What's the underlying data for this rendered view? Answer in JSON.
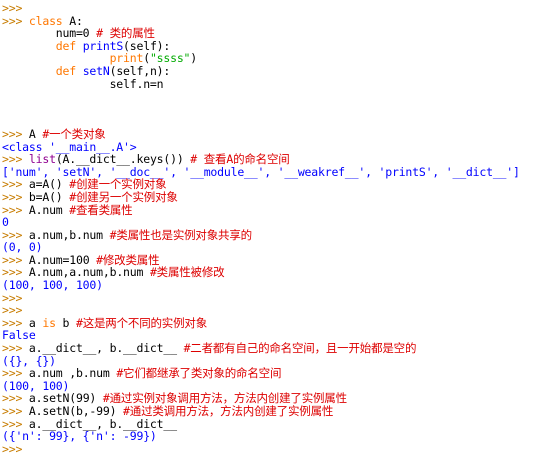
{
  "console": {
    "prompt": ">>>",
    "lines": [
      {
        "kind": "prompt_only"
      },
      {
        "kind": "code",
        "parts": [
          {
            "t": "kw",
            "v": "class"
          },
          {
            "t": "plain",
            "v": " A:"
          }
        ]
      },
      {
        "kind": "cont",
        "parts": [
          {
            "t": "plain",
            "v": "        num=0 "
          },
          {
            "t": "cmt",
            "v": "# 类的属性"
          }
        ]
      },
      {
        "kind": "cont",
        "parts": [
          {
            "t": "plain",
            "v": "        "
          },
          {
            "t": "kw",
            "v": "def"
          },
          {
            "t": "plain",
            "v": " "
          },
          {
            "t": "def",
            "v": "printS"
          },
          {
            "t": "plain",
            "v": "(self):"
          }
        ]
      },
      {
        "kind": "cont",
        "parts": [
          {
            "t": "plain",
            "v": "                "
          },
          {
            "t": "kw",
            "v": "print"
          },
          {
            "t": "plain",
            "v": "("
          },
          {
            "t": "str",
            "v": "\"ssss\""
          },
          {
            "t": "plain",
            "v": ")"
          }
        ]
      },
      {
        "kind": "cont",
        "parts": [
          {
            "t": "plain",
            "v": "        "
          },
          {
            "t": "kw",
            "v": "def"
          },
          {
            "t": "plain",
            "v": " "
          },
          {
            "t": "def",
            "v": "setN"
          },
          {
            "t": "plain",
            "v": "(self,n):"
          }
        ]
      },
      {
        "kind": "cont",
        "parts": [
          {
            "t": "plain",
            "v": "                self.n=n"
          }
        ]
      },
      {
        "kind": "blank"
      },
      {
        "kind": "blank"
      },
      {
        "kind": "blank"
      },
      {
        "kind": "code",
        "parts": [
          {
            "t": "plain",
            "v": "A "
          },
          {
            "t": "cmt",
            "v": "#一个类对象"
          }
        ]
      },
      {
        "kind": "output",
        "parts": [
          {
            "t": "out",
            "v": "<class '__main__.A'>"
          }
        ]
      },
      {
        "kind": "code",
        "parts": [
          {
            "t": "builtin",
            "v": "list"
          },
          {
            "t": "plain",
            "v": "(A.__dict__.keys()) "
          },
          {
            "t": "cmt",
            "v": "# 查看A的命名空间"
          }
        ]
      },
      {
        "kind": "output",
        "parts": [
          {
            "t": "out",
            "v": "['num', 'setN', '__doc__', '__module__', '__weakref__', 'printS', '__dict__']"
          }
        ]
      },
      {
        "kind": "code",
        "parts": [
          {
            "t": "plain",
            "v": "a=A() "
          },
          {
            "t": "cmt",
            "v": "#创建一个实例对象"
          }
        ]
      },
      {
        "kind": "code",
        "parts": [
          {
            "t": "plain",
            "v": "b=A() "
          },
          {
            "t": "cmt",
            "v": "#创建另一个实例对象"
          }
        ]
      },
      {
        "kind": "code",
        "parts": [
          {
            "t": "plain",
            "v": "A.num "
          },
          {
            "t": "cmt",
            "v": "#查看类属性"
          }
        ]
      },
      {
        "kind": "output",
        "parts": [
          {
            "t": "out",
            "v": "0"
          }
        ]
      },
      {
        "kind": "code",
        "parts": [
          {
            "t": "plain",
            "v": "a.num,b.num "
          },
          {
            "t": "cmt",
            "v": "#类属性也是实例对象共享的"
          }
        ]
      },
      {
        "kind": "output",
        "parts": [
          {
            "t": "out",
            "v": "(0, 0)"
          }
        ]
      },
      {
        "kind": "code",
        "parts": [
          {
            "t": "plain",
            "v": "A.num=100 "
          },
          {
            "t": "cmt",
            "v": "#修改类属性"
          }
        ]
      },
      {
        "kind": "code",
        "parts": [
          {
            "t": "plain",
            "v": "A.num,a.num,b.num "
          },
          {
            "t": "cmt",
            "v": "#类属性被修改"
          }
        ]
      },
      {
        "kind": "output",
        "parts": [
          {
            "t": "out",
            "v": "(100, 100, 100)"
          }
        ]
      },
      {
        "kind": "prompt_only"
      },
      {
        "kind": "prompt_only"
      },
      {
        "kind": "code",
        "parts": [
          {
            "t": "plain",
            "v": "a "
          },
          {
            "t": "kw",
            "v": "is"
          },
          {
            "t": "plain",
            "v": " b "
          },
          {
            "t": "cmt",
            "v": "#这是两个不同的实例对象"
          }
        ]
      },
      {
        "kind": "output",
        "parts": [
          {
            "t": "out",
            "v": "False"
          }
        ]
      },
      {
        "kind": "code",
        "parts": [
          {
            "t": "plain",
            "v": "a.__dict__, b.__dict__ "
          },
          {
            "t": "cmt",
            "v": "#二者都有自己的命名空间，且一开始都是空的"
          }
        ]
      },
      {
        "kind": "output",
        "parts": [
          {
            "t": "out",
            "v": "({}, {})"
          }
        ]
      },
      {
        "kind": "code",
        "parts": [
          {
            "t": "plain",
            "v": "a.num ,b.num "
          },
          {
            "t": "cmt",
            "v": "#它们都继承了类对象的命名空间"
          }
        ]
      },
      {
        "kind": "output",
        "parts": [
          {
            "t": "out",
            "v": "(100, 100)"
          }
        ]
      },
      {
        "kind": "code",
        "parts": [
          {
            "t": "plain",
            "v": "a.setN(99) "
          },
          {
            "t": "cmt",
            "v": "#通过实例对象调用方法，方法内创建了实例属性"
          }
        ]
      },
      {
        "kind": "code",
        "parts": [
          {
            "t": "plain",
            "v": "A.setN(b,-99) "
          },
          {
            "t": "cmt",
            "v": "#通过类调用方法，方法内创建了实例属性"
          }
        ]
      },
      {
        "kind": "code",
        "parts": [
          {
            "t": "plain",
            "v": "a.__dict__, b.__dict__"
          }
        ]
      },
      {
        "kind": "output",
        "parts": [
          {
            "t": "out",
            "v": "({'n': 99}, {'n': -99})"
          }
        ]
      },
      {
        "kind": "prompt_only"
      }
    ]
  }
}
